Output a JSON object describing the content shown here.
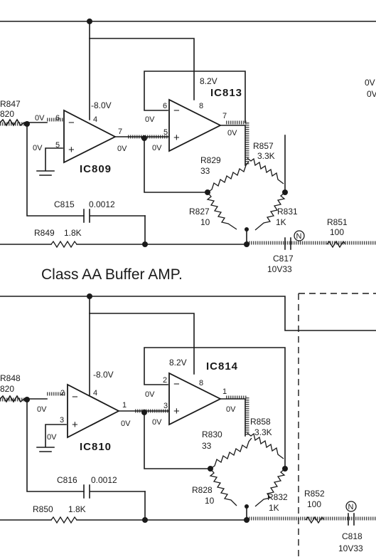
{
  "title": "Class AA Buffer AMP.",
  "upper": {
    "ic_a": "IC809",
    "ic_b": "IC813",
    "input_res_name": "R847",
    "input_res_value": "820",
    "supply_neg": "-8.0V",
    "supply_pos": "8.2V",
    "feedback_cap_name": "C815",
    "feedback_cap_value": "0.0012",
    "feedback_res_name": "R849",
    "feedback_res_value": "1.8K",
    "bridge_tl_name": "R829",
    "bridge_tl_value": "33",
    "bridge_tr_name": "R857",
    "bridge_tr_value": "3.3K",
    "bridge_bl_name": "R827",
    "bridge_bl_value": "10",
    "bridge_br_name": "R831",
    "bridge_br_value": "1K",
    "out_res_name": "R851",
    "out_res_value": "100",
    "out_cap_name": "C817",
    "out_cap_value": "10V33",
    "pins": {
      "a_inv": "6",
      "a_noninv": "5",
      "a_vcc": "4",
      "a_out": "7",
      "b_inv": "6",
      "b_vcc": "8",
      "b_noninv": "5",
      "b_out": "7"
    },
    "volt_0v": "0V"
  },
  "lower": {
    "ic_a": "IC810",
    "ic_b": "IC814",
    "input_res_name": "R848",
    "input_res_value": "820",
    "supply_neg": "-8.0V",
    "supply_pos": "8.2V",
    "feedback_cap_name": "C816",
    "feedback_cap_value": "0.0012",
    "feedback_res_name": "R850",
    "feedback_res_value": "1.8K",
    "bridge_tl_name": "R830",
    "bridge_tl_value": "33",
    "bridge_tr_name": "R858",
    "bridge_tr_value": "3.3K",
    "bridge_bl_name": "R828",
    "bridge_bl_value": "10",
    "bridge_br_name": "R832",
    "bridge_br_value": "1K",
    "out_res_name": "R852",
    "out_res_value": "100",
    "out_cap_name": "C818",
    "out_cap_value": "10V33",
    "pins": {
      "a_inv": "2",
      "a_noninv": "3",
      "a_vcc": "4",
      "a_out": "1",
      "b_inv": "2",
      "b_vcc": "8",
      "b_noninv": "3",
      "b_out": "1"
    },
    "volt_0v": "0V"
  },
  "node_marker": "N",
  "edge_labels": {
    "top_right_1": "0V",
    "top_right_2": "0V"
  },
  "minus_sign": "−",
  "plus_sign": "+"
}
